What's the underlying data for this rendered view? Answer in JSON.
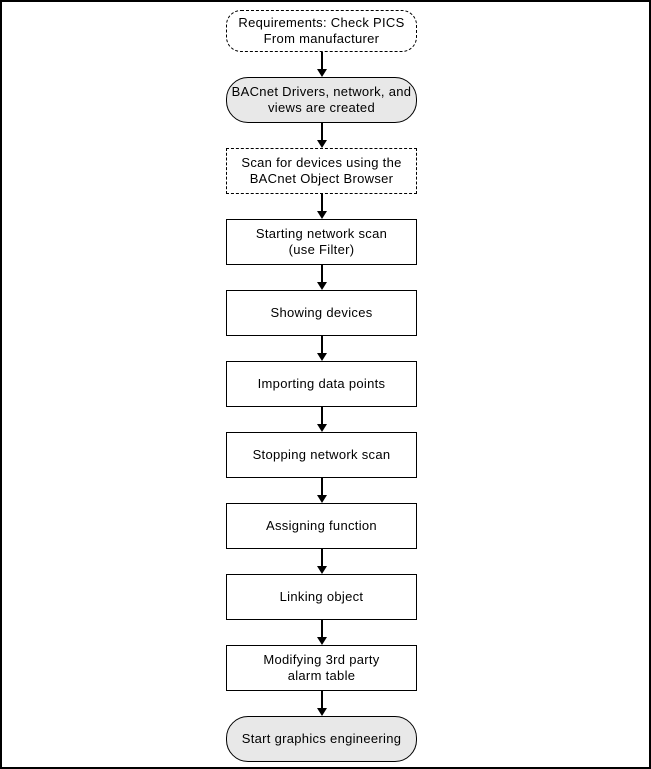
{
  "diagram": {
    "colors": {
      "background": "#ffffff",
      "frame_border": "#000000",
      "node_border": "#000000",
      "node_fill_default": "#ffffff",
      "node_fill_terminator": "#e8e8e8",
      "arrow": "#000000",
      "text": "#000000"
    },
    "connector_style": "down-arrow",
    "nodes": [
      {
        "shape": "terminator-dashed",
        "label": "Requirements: Check PICS\nFrom manufacturer"
      },
      {
        "shape": "terminator-filled",
        "label": "BACnet Drivers, network, and\nviews are created"
      },
      {
        "shape": "process-dashed",
        "label": "Scan for devices using the\nBACnet Object Browser"
      },
      {
        "shape": "process",
        "label": "Starting network scan\n(use Filter)"
      },
      {
        "shape": "process",
        "label": "Showing devices"
      },
      {
        "shape": "process",
        "label": "Importing data points"
      },
      {
        "shape": "process",
        "label": "Stopping network scan"
      },
      {
        "shape": "process",
        "label": "Assigning function"
      },
      {
        "shape": "process",
        "label": "Linking object"
      },
      {
        "shape": "process",
        "label": "Modifying 3rd party\nalarm table"
      },
      {
        "shape": "terminator-filled",
        "label": "Start graphics engineering"
      }
    ]
  }
}
